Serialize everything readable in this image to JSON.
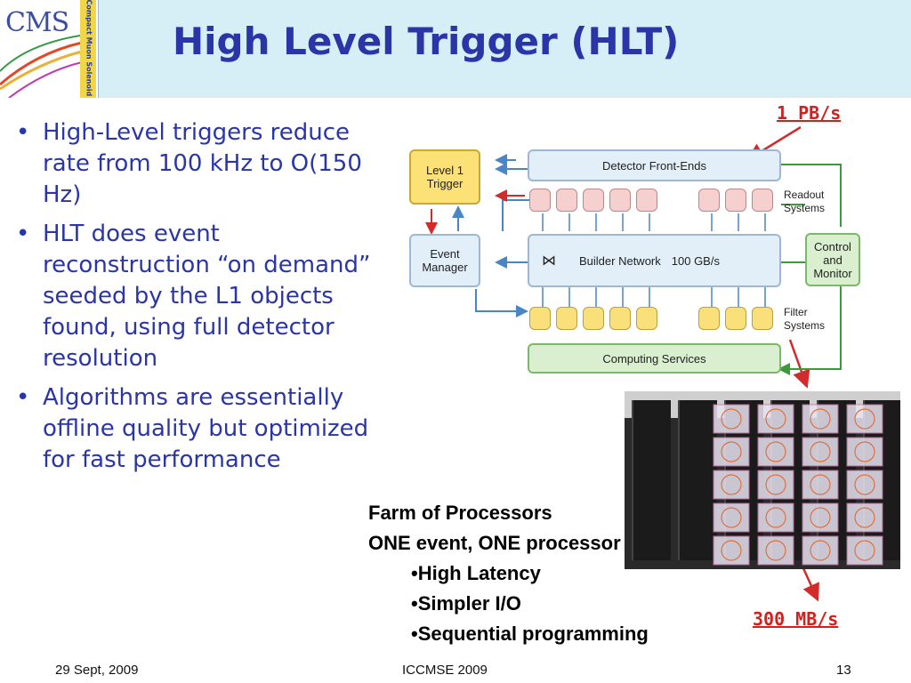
{
  "logo": {
    "text": "CMS",
    "tagline": "Compact Muon Solenoid"
  },
  "title": "High Level Trigger (HLT)",
  "bullets": [
    "High-Level triggers reduce rate from 100 kHz to O(150 Hz)",
    "HLT does event reconstruction “on demand” seeded by the L1 objects found, using full detector resolution",
    "Algorithms are essentially offline quality but optimized for fast performance"
  ],
  "rates": {
    "top": "1 PB/s",
    "bottom": "300 MB/s"
  },
  "diagram": {
    "level1": "Level 1 Trigger",
    "front_ends": "Detector Front-Ends",
    "readout": "Readout Systems",
    "event_manager": "Event Manager",
    "builder": "Builder Network",
    "builder_rate": "100 GB/s",
    "control": "Control and Monitor",
    "filter": "Filter Systems",
    "computing": "Computing Services",
    "colors": {
      "yellow": "#fce176",
      "blue": "#e2eef8",
      "green": "#d9efd0",
      "pink": "#f6cfcf",
      "lightyellow": "#f9e07a",
      "red": "#d32b2b",
      "arrowblue": "#4a86c5",
      "arrowgreen": "#3c9a3c"
    }
  },
  "farm": {
    "title": "Farm of Processors",
    "subtitle": "ONE event, ONE processor",
    "items": [
      "•High Latency",
      "•Simpler I/O",
      "•Sequential programming"
    ]
  },
  "footer": {
    "date": "29 Sept, 2009",
    "conference": "ICCMSE 2009",
    "page": "13"
  }
}
